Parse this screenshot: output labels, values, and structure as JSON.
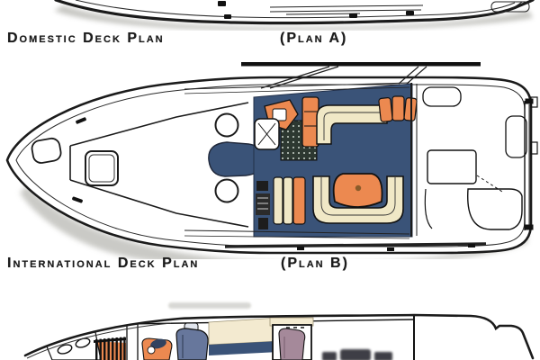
{
  "document": {
    "type": "boat brochure scan",
    "views": {
      "plan_a": {
        "name": "Domestic Deck Plan",
        "code": "(Plan A)"
      },
      "plan_b": {
        "name": "International Deck Plan",
        "code": "(Plan B)"
      },
      "profile": {
        "name": "interior profile view (cut off at bottom)"
      }
    }
  },
  "colors": {
    "ink": "#1b1b1b",
    "floor_blue": "#3a5378",
    "navy_dark": "#31425f",
    "orange": "#ec8950",
    "cream": "#f0e8c6",
    "pale_cream": "#f3ead0",
    "galley_dark": "#2d3831",
    "steel_blue": "#67779c",
    "mauve": "#a5899a",
    "table_dot": "#8a5b2a",
    "shadow": "#b4b4ae",
    "paper": "#ffffff"
  }
}
